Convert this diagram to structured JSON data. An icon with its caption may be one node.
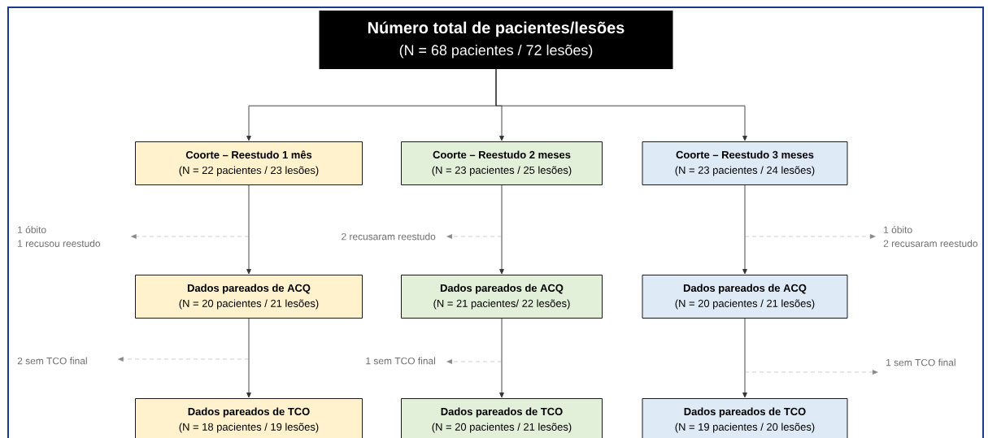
{
  "diagram": {
    "nodes": [
      {
        "text": [
          "Número total de pacientes/lesões",
          "(N = 68 pacientes / 72 lesões)"
        ]
      },
      {
        "text": [
          "Coorte – Reestudo 1 mês",
          "(N = 22 pacientes / 23 lesões)"
        ]
      },
      {
        "text": [
          "Coorte – Reestudo 2 meses",
          "(N = 23 pacientes / 25 lesões)"
        ]
      },
      {
        "text": [
          "Coorte – Reestudo 3 meses",
          "(N = 23 pacientes / 24 lesões)"
        ]
      },
      {
        "text": [
          "1 óbito",
          "1 recusou reestudo"
        ]
      },
      {
        "text": [
          "2 recusaram reestudo"
        ]
      },
      {
        "text": [
          "1 óbito",
          "2 recusaram reestudo"
        ]
      },
      {
        "text": [
          "Dados pareados de ACQ",
          "(N = 20 pacientes / 21 lesões)"
        ]
      },
      {
        "text": [
          "Dados pareados de ACQ",
          "(N = 21 pacientes/ 22 lesões)"
        ]
      },
      {
        "text": [
          "Dados pareados de ACQ",
          "(N = 20 pacientes / 21 lesões)"
        ]
      },
      {
        "text": [
          "2 sem TCO final"
        ]
      },
      {
        "text": [
          "1 sem TCO final"
        ]
      },
      {
        "text": [
          "1 sem TCO final"
        ]
      },
      {
        "text": [
          "Dados pareados de TCO",
          "(N = 18 pacientes / 19 lesões)"
        ]
      },
      {
        "text": [
          "Dados pareados de TCO",
          "(N = 20 pacientes / 21 lesões)"
        ]
      },
      {
        "text": [
          "Dados pareados de TCO",
          "(N = 19 pacientes / 20 lesões)"
        ]
      }
    ],
    "edges": [
      {
        "from": 0,
        "to": 1,
        "arrow": "to"
      },
      {
        "from": 0,
        "to": 2,
        "arrow": "to"
      },
      {
        "from": 0,
        "to": 3,
        "arrow": "to"
      },
      {
        "from": 1,
        "to": 7,
        "arrow": "to"
      },
      {
        "from": 2,
        "to": 8,
        "arrow": "to"
      },
      {
        "from": 3,
        "to": 9,
        "arrow": "to"
      },
      {
        "from": 7,
        "to": 13,
        "arrow": "to"
      },
      {
        "from": 8,
        "to": 14,
        "arrow": "to"
      },
      {
        "from": 9,
        "to": 15,
        "arrow": "to"
      },
      {
        "from": null,
        "to": 4,
        "arrow": "to",
        "style": "dashed",
        "color": "#888888"
      },
      {
        "from": null,
        "to": 5,
        "arrow": "to",
        "style": "dashed",
        "color": "#888888"
      },
      {
        "from": null,
        "to": 6,
        "arrow": "to",
        "style": "dashed",
        "color": "#888888"
      },
      {
        "from": null,
        "to": 10,
        "arrow": "to",
        "style": "dashed",
        "color": "#888888"
      },
      {
        "from": null,
        "to": 11,
        "arrow": "to",
        "style": "dashed",
        "color": "#888888"
      },
      {
        "from": null,
        "to": 12,
        "arrow": "to",
        "style": "dashed",
        "color": "#888888"
      }
    ]
  }
}
